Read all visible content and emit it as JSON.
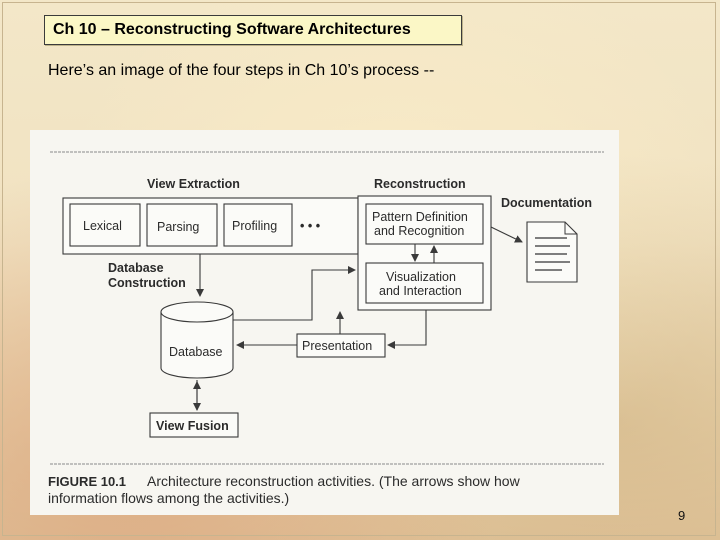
{
  "slide": {
    "title": "Ch 10 – Reconstructing Software Architectures",
    "subtitle": "Here’s an image of the four steps in Ch 10’s process --",
    "page_number": "9"
  },
  "figure": {
    "view_extraction": "View Extraction",
    "lexical": "Lexical",
    "parsing": "Parsing",
    "profiling": "Profiling",
    "ellipsis": "• • •",
    "reconstruction": "Reconstruction",
    "pattern_line1": "Pattern Definition",
    "pattern_line2": "and Recognition",
    "documentation": "Documentation",
    "visualization_line1": "Visualization",
    "visualization_line2": "and Interaction",
    "database_construction_line1": "Database",
    "database_construction_line2": "Construction",
    "database": "Database",
    "presentation": "Presentation",
    "view_fusion": "View Fusion",
    "caption_label": "FIGURE 10.1",
    "caption_line1": "Architecture reconstruction activities. (The arrows show how",
    "caption_line2": "information flows among the activities.)"
  }
}
